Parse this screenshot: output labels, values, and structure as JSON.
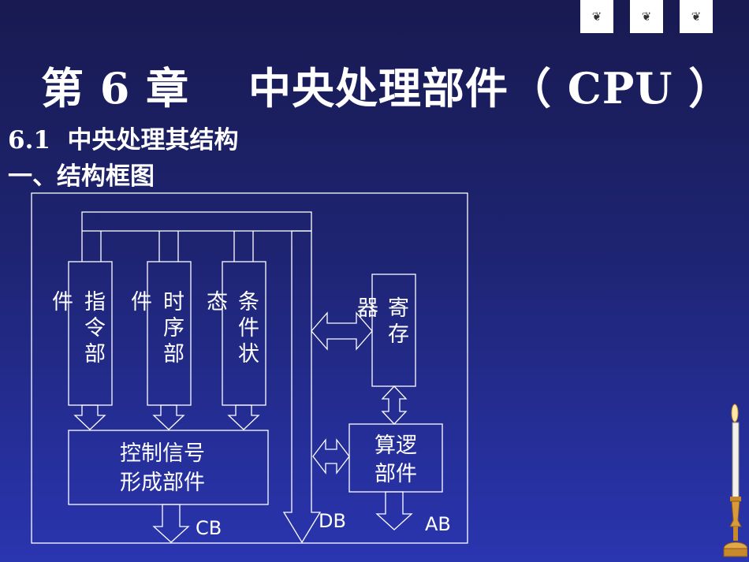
{
  "slide": {
    "title": "第 6 章　 中央处理部件（ CPU ）",
    "section": "6.1  中央处理其结构",
    "subsection": "一、结构框图"
  },
  "nav": [
    {
      "icon": "ornament-icon",
      "glyph": "❦"
    },
    {
      "icon": "ornament-icon",
      "glyph": "❦"
    },
    {
      "icon": "ornament-icon",
      "glyph": "❦"
    }
  ],
  "diagram": {
    "blocks": {
      "instruction": [
        "指",
        "令",
        "部",
        "件"
      ],
      "timing": [
        "时",
        "序",
        "部",
        "件"
      ],
      "condition": [
        "条",
        "件",
        "状",
        "态"
      ],
      "register": [
        "寄",
        "存",
        "器"
      ],
      "control_line1": "控制信号",
      "control_line2": "形成部件",
      "alu_line1": "算逻",
      "alu_line2": "部件"
    },
    "buses": {
      "cb": "CB",
      "db": "DB",
      "ab": "AB"
    }
  },
  "colors": {
    "background_top": "#181a50",
    "background_bottom": "#2a35b0",
    "line": "#ffffff",
    "text": "#ffffff"
  }
}
